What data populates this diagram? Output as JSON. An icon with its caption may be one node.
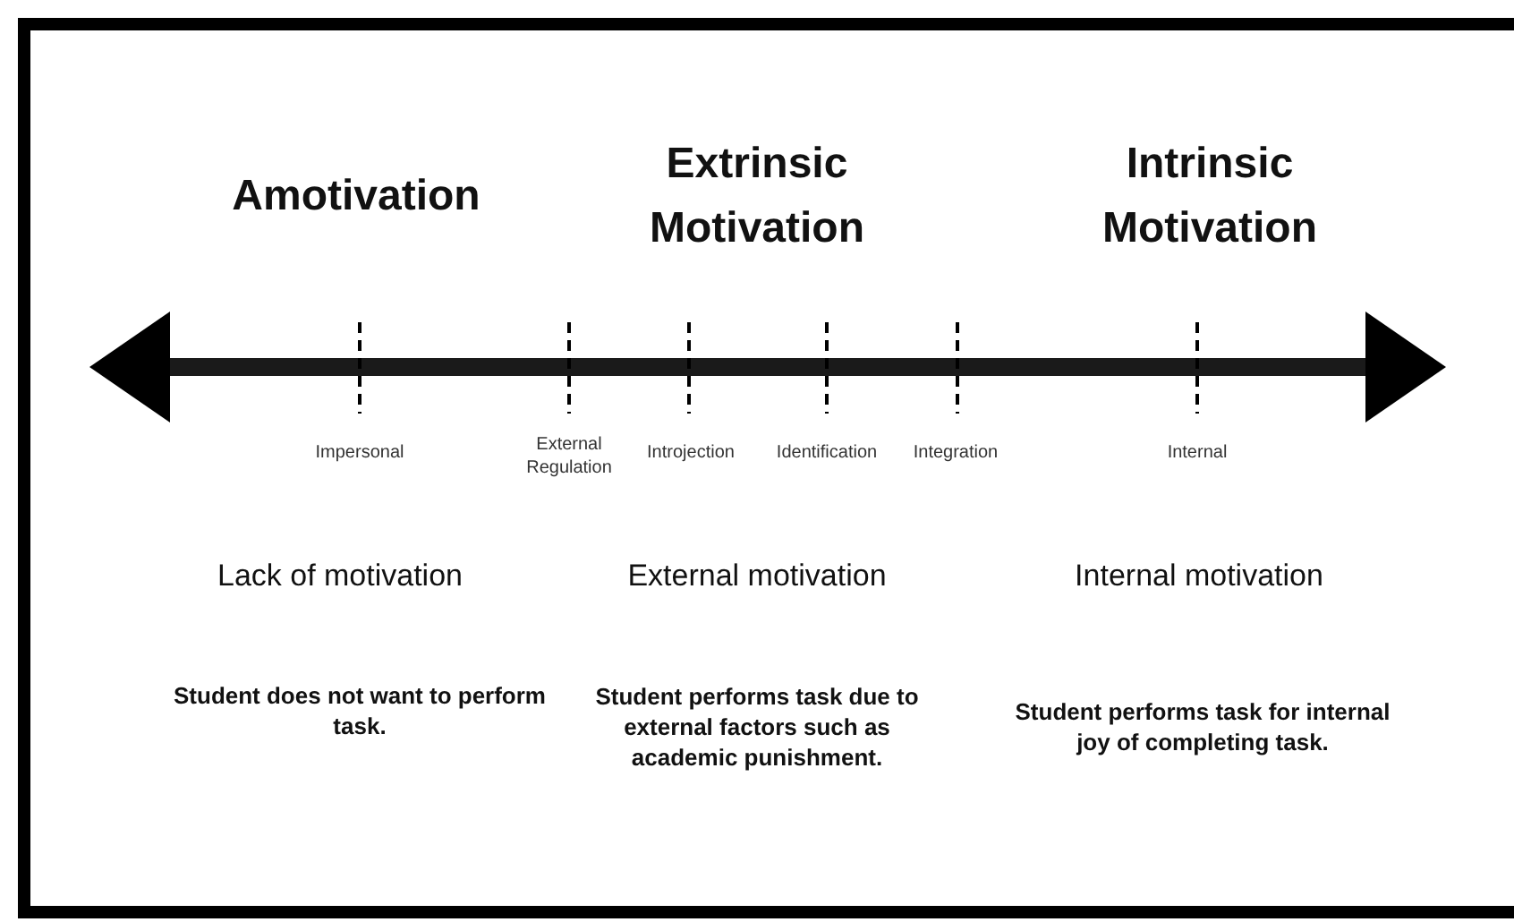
{
  "diagram": {
    "labels": [
      "Amotivation",
      "Extrinsic Motivation",
      "Intrinsic Motivation",
      "Impersonal",
      "External Regulation",
      "Introjection",
      "Identification",
      "Integration",
      "Internal",
      "Lack of motivation",
      "External motivation",
      "Internal motivation",
      "Student does not want to perform task.",
      "Student performs task due to external factors such as academic punishment.",
      "Student performs task for internal joy of completing task."
    ]
  }
}
